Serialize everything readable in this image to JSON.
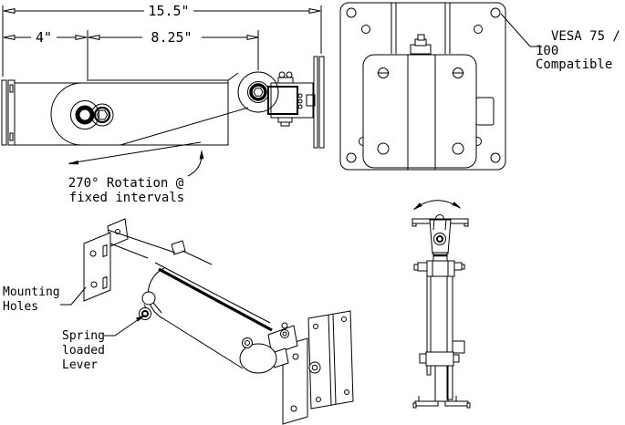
{
  "drawing": {
    "background": "#ffffff",
    "line_color": "#000000",
    "side_view": {
      "dim_overall": "15.5\"",
      "dim_wall_offset": "4\"",
      "dim_arm": "8.25\"",
      "rotation_line1": "270° Rotation @",
      "rotation_line2": "fixed intervals"
    },
    "front_view": {
      "vesa_line1": "VESA 75 /",
      "vesa_line2": "100",
      "vesa_line3": "Compatible"
    },
    "iso_view": {
      "mounting_line1": "Mounting",
      "mounting_line2": "Holes",
      "spring_line1": "Spring",
      "spring_line2": "loaded",
      "spring_line3": "Lever"
    }
  }
}
